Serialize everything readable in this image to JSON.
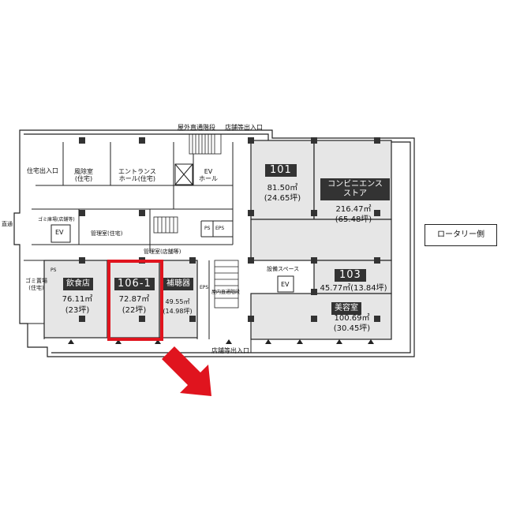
{
  "labels": {
    "exterior_stairs": "屋外直通階段",
    "store_entrance_top": "店舗等出入口",
    "residence_entrance": "住宅出入口",
    "windbreak_room": "風除室\n(住宅)",
    "entrance_hall": "エントランス\nホール(住宅)",
    "ev_hall": "EV\nホール",
    "garbage_residence": "ゴミ庫場(店舗等)",
    "management_room_res": "管理室(住宅)",
    "management_room_store": "管理室(店舗等)",
    "garbage_room_res": "ゴミ置場\n(住宅)",
    "facility_space": "設備スペース",
    "interior_stairs": "屋内直通階段",
    "store_entrance_bottom": "店舗等出入口",
    "left_edge": "直通",
    "ps": "PS",
    "eps": "EPS",
    "ev": "EV"
  },
  "units": [
    {
      "number": "101",
      "area": "81.50㎡",
      "tsubo": "(24.65坪)"
    },
    {
      "name": "コンビニエンス\nストア",
      "area": "216.47㎡",
      "tsubo": "(65.48坪)"
    },
    {
      "number": "103",
      "area": "45.77㎡(13.84坪)"
    },
    {
      "name": "美容室",
      "area": "100.69㎡",
      "tsubo": "(30.45坪)"
    },
    {
      "name": "飲食店",
      "area": "76.11㎡",
      "tsubo": "(23坪)"
    },
    {
      "number": "106-1",
      "area": "72.87㎡",
      "tsubo": "(22坪)"
    },
    {
      "name": "補聴器",
      "area": "49.55㎡",
      "tsubo": "(14.98坪)"
    }
  ],
  "legend": {
    "rotary_side": "ロータリー側"
  },
  "colors": {
    "highlight": "#e0141e",
    "tenant_fill": "#e6e6e6",
    "wall": "#222222"
  }
}
